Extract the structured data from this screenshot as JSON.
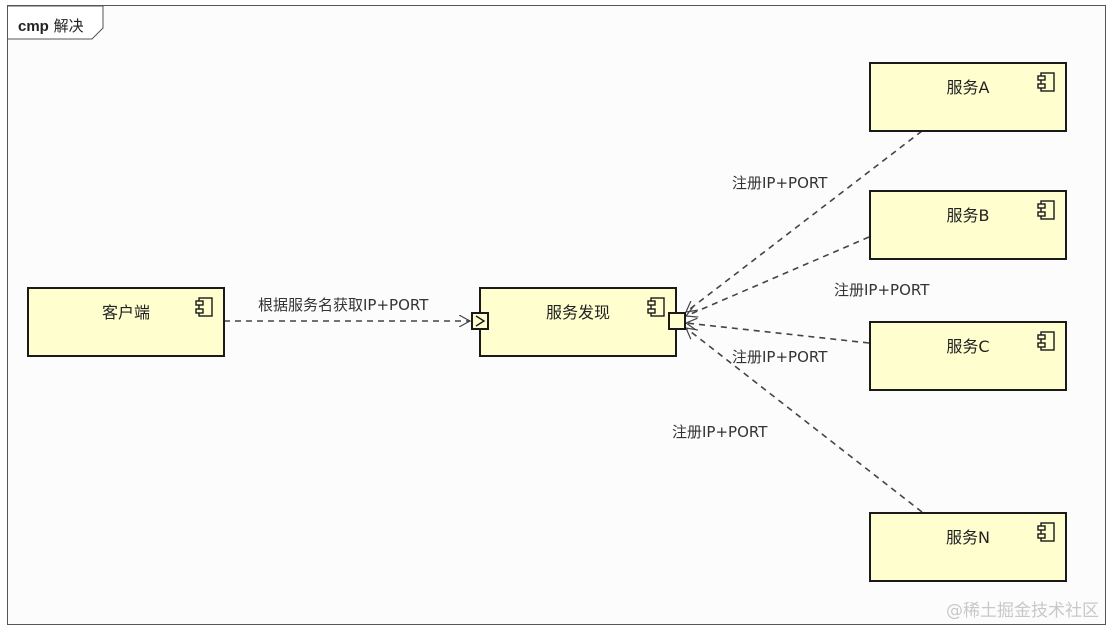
{
  "frame": {
    "keyword": "cmp",
    "title": "解决"
  },
  "components": {
    "client": "客户端",
    "discovery": "服务发现",
    "service_a": "服务A",
    "service_b": "服务B",
    "service_c": "服务C",
    "service_n": "服务N"
  },
  "edges": {
    "lookup": "根据服务名获取IP+PORT",
    "register_a": "注册IP+PORT",
    "register_b": "注册IP+PORT",
    "register_c": "注册IP+PORT",
    "register_n": "注册IP+PORT"
  },
  "icons": {
    "component": "component-icon",
    "port_in": "required-port-icon",
    "port_out": "provided-port-icon"
  },
  "colors": {
    "component_fill": "#fefecf",
    "border": "#1a1a1a",
    "connector": "#444444"
  },
  "watermark": "@稀土掘金技术社区"
}
